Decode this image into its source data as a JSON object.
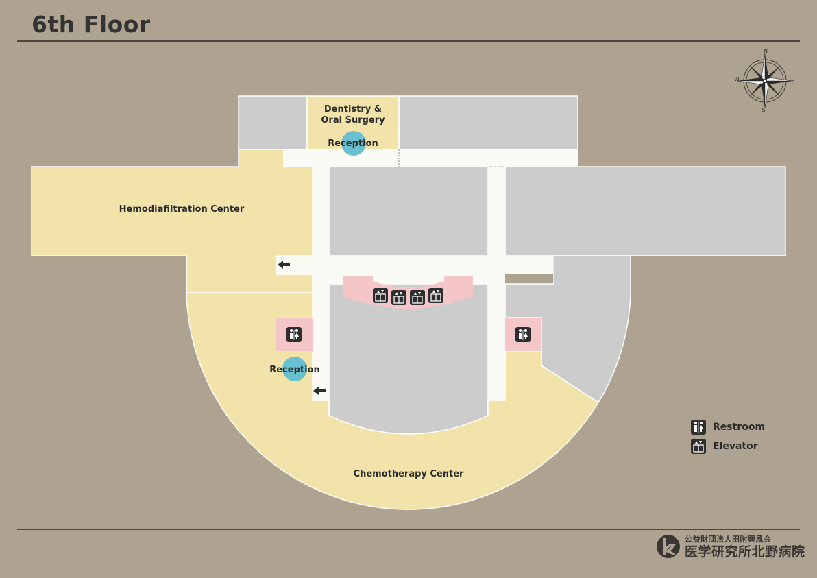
{
  "title": "6th Floor",
  "areas": {
    "dentistry": "Dentistry &",
    "dentistry_line2": "Oral Surgery",
    "hemodiafiltration": "Hemodiafiltration Center",
    "chemotherapy": "Chemotherapy Center",
    "reception_top": "Reception",
    "reception_left": "Reception"
  },
  "compass": {
    "n": "N",
    "s": "S",
    "e": "E",
    "w": "W"
  },
  "legend": [
    {
      "icon": "restroom-icon",
      "label": "Restroom"
    },
    {
      "icon": "elevator-icon",
      "label": "Elevator"
    }
  ],
  "organization": {
    "subtitle": "公益財団法人田附興風会",
    "name": "医学研究所北野病院"
  },
  "colors": {
    "background": "#aea391",
    "clinic_area": "#f2e3ab",
    "other_area": "#cdcccd",
    "corridor": "#fbfbf5",
    "facility": "#f5c6c8",
    "reception": "#68c0d0"
  }
}
